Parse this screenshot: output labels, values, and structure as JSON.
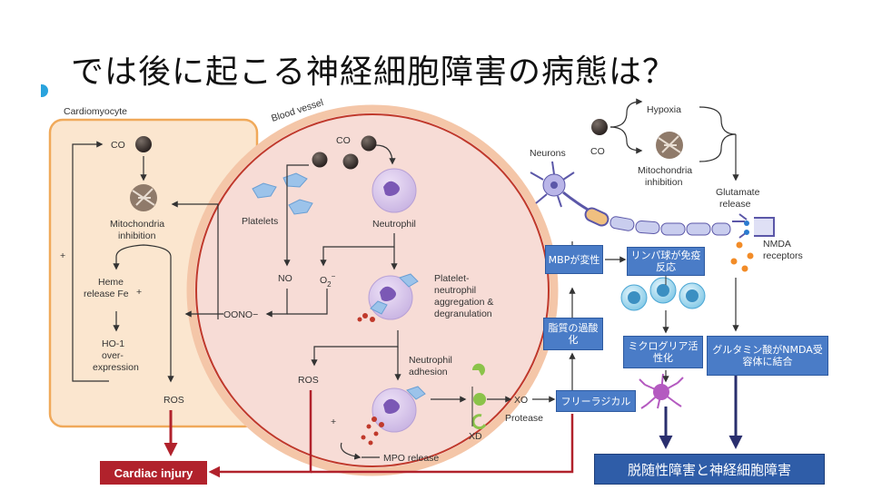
{
  "slide": {
    "title": "では後に起こる神経細胞障害の病態は？"
  },
  "labels": {
    "cardiomyocyte": "Cardiomyocyte",
    "blood_vessel": "Blood vessel",
    "co_left": "CO",
    "mito_inhibition_l1": "Mitochondria",
    "mito_inhibition_l2": "inhibition",
    "heme_l1": "Heme",
    "heme_l2": "release Fe",
    "ho1_l1": "HO-1",
    "ho1_l2": "over-",
    "ho1_l3": "expression",
    "ros_left": "ROS",
    "plus_left": "+",
    "co_vessel": "CO",
    "platelets": "Platelets",
    "neutrophil": "Neutrophil",
    "no": "NO",
    "o2": "O",
    "o2_sub": "2",
    "o2_sup": "−",
    "oono": "OONO",
    "agg_l1": "Platelet-",
    "agg_l2": "neutrophil",
    "agg_l3": "aggregation &",
    "agg_l4": "degranulation",
    "ros_vessel": "ROS",
    "adhesion_l1": "Neutrophil",
    "adhesion_l2": "adhesion",
    "plus_vessel": "+",
    "mpo_release": "MPO release",
    "xo": "XO",
    "xd": "XD",
    "protease": "Protease",
    "cardiac_injury": "Cardiac injury",
    "neurons": "Neurons",
    "co_right": "CO",
    "hypoxia": "Hypoxia",
    "mito_right_l1": "Mitochondria",
    "mito_right_l2": "inhibition",
    "glutamate_l1": "Glutamate",
    "glutamate_l2": "release",
    "nmda_l1": "NMDA",
    "nmda_l2": "receptors"
  },
  "boxes": {
    "mbp": "MBPが変性",
    "lymph": "リンパ球が免疫反応",
    "lipid": "脂質の過酸化",
    "microglia": "ミクログリア活性化",
    "glutamate_nmda": "グルタミン酸がNMDA受容体に結合",
    "free_radical": "フリーラジカル",
    "result": "脱随性障害と神経細胞障害"
  },
  "colors": {
    "cardiomyocyte_fill": "#fbe6cf",
    "cardiomyocyte_border": "#f0a95a",
    "vessel_fill": "#f7dcd6",
    "vessel_border": "#c0392b",
    "box_blue": "#4a7cc7",
    "result_blue": "#2f5da8",
    "injury_red": "#b1222c",
    "arrow_red": "#b1222c"
  }
}
